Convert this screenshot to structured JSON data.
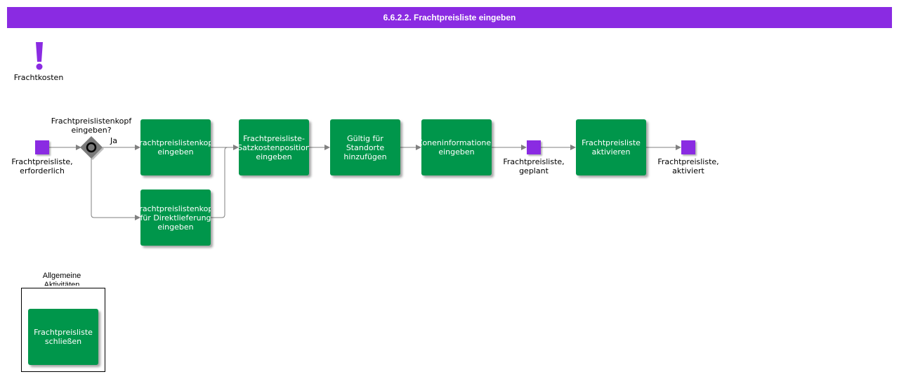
{
  "colors": {
    "header": "#8a2be2",
    "task": "#00964b",
    "event": "#8a2be2",
    "gateway": "#7a7a7a",
    "connector": "#808080"
  },
  "header": {
    "title": "6.6.2.2. Frachtpreisliste eingeben"
  },
  "note": {
    "icon": "exclamation-icon",
    "label": "Frachtkosten"
  },
  "gateway": {
    "icon": "gateway-diamond-icon",
    "question": "Frachtpreislistenkopf\neingeben?",
    "yes_label": "Ja"
  },
  "events": {
    "start": {
      "label": "Frachtpreisliste,\nerforderlich"
    },
    "planned": {
      "label": "Frachtpreisliste,\ngeplant"
    },
    "activated": {
      "label": "Frachtpreisliste,\naktiviert"
    }
  },
  "tasks": {
    "kopf": {
      "label": "Frachtpreislistenkopf\neingeben"
    },
    "direkt": {
      "label": "Frachtpreislistenkopf\nfür Direktlieferung\neingeben"
    },
    "satzkosten": {
      "label": "Frachtpreisliste-\nSatzkostenposition\neingeben"
    },
    "gueltig": {
      "label": "Gültig für\nStandorte\nhinzufügen"
    },
    "zonen": {
      "label": "Zoneninformationen\neingeben"
    },
    "aktivieren": {
      "label": "Frachtpreisliste\naktivieren"
    },
    "schliessen": {
      "label": "Frachtpreisliste\nschließen"
    }
  },
  "group": {
    "title": "Allgemeine\nAktivitäten"
  }
}
